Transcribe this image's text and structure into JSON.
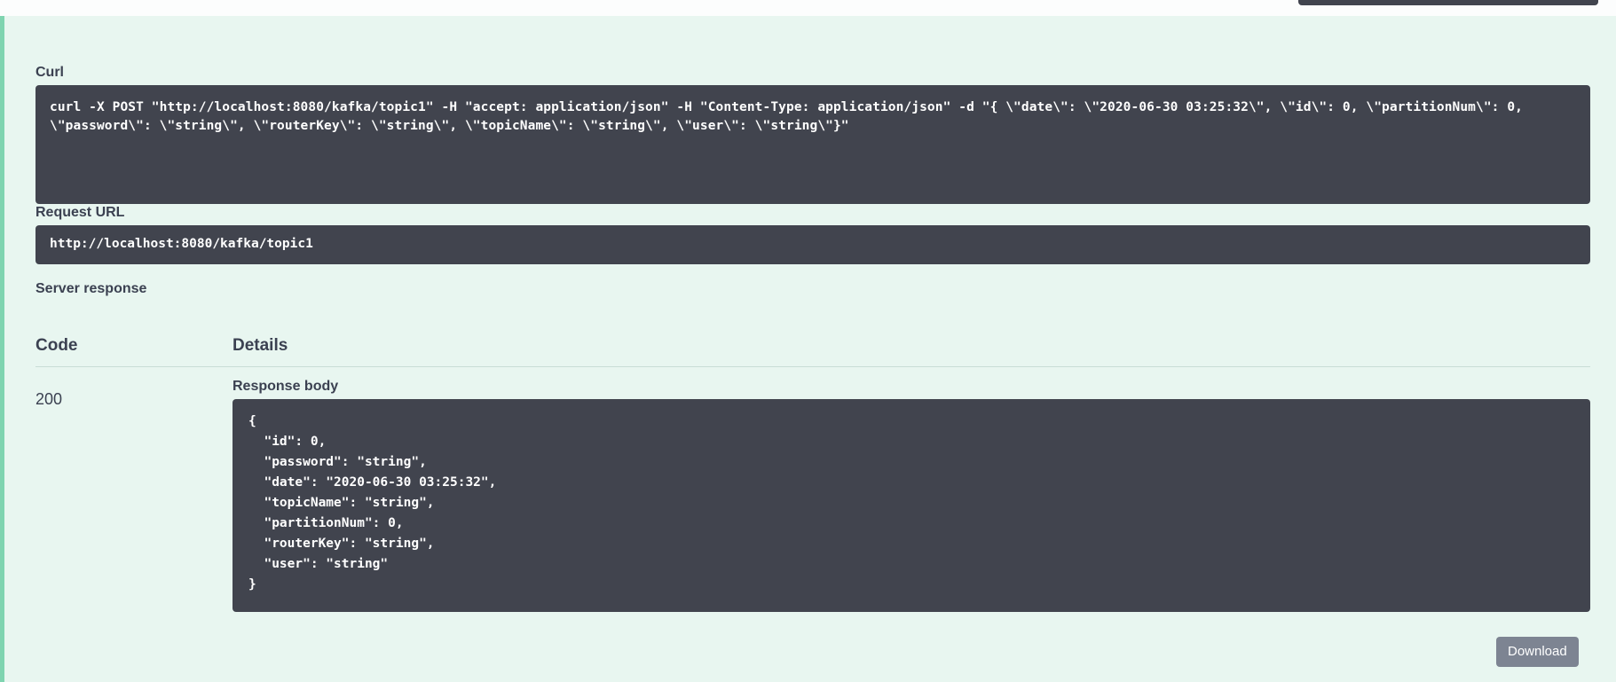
{
  "panel": {
    "curl_label": "Curl",
    "request_url_label": "Request URL",
    "server_response_label": "Server response",
    "response_body_label": "Response body",
    "download_label": "Download"
  },
  "curl": {
    "command": "curl -X POST \"http://localhost:8080/kafka/topic1\" -H \"accept: application/json\" -H \"Content-Type: application/json\" -d \"{ \\\"date\\\": \\\"2020-06-30 03:25:32\\\", \\\"id\\\": 0, \\\"partitionNum\\\": 0, \\\"password\\\": \\\"string\\\", \\\"routerKey\\\": \\\"string\\\", \\\"topicName\\\": \\\"string\\\", \\\"user\\\": \\\"string\\\"}\""
  },
  "request_url": {
    "value": "http://localhost:8080/kafka/topic1"
  },
  "table": {
    "headers": {
      "code": "Code",
      "details": "Details"
    },
    "rows": [
      {
        "code": "200"
      }
    ]
  },
  "response_body": {
    "json": "{\n  \"id\": 0,\n  \"password\": \"string\",\n  \"date\": \"2020-06-30 03:25:32\",\n  \"topicName\": \"string\",\n  \"partitionNum\": 0,\n  \"routerKey\": \"string\",\n  \"user\": \"string\"\n}"
  },
  "colors": {
    "panel_background": "#e8f6f0",
    "panel_accent_border": "#7fd4b0",
    "code_background": "#41444e",
    "code_text": "#ffffff",
    "heading_text": "#3b4151",
    "download_button": "#7d8492"
  }
}
